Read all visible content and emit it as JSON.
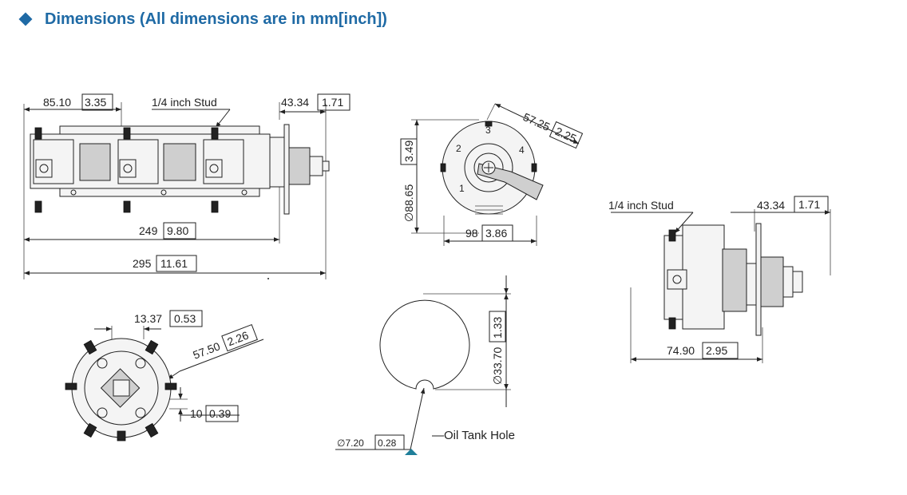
{
  "header": {
    "title": "Dimensions (All dimensions are in mm[inch])",
    "bullet_icon": "diamond-icon",
    "color": "#1f6aa5"
  },
  "front_view": {
    "dim_top_left": {
      "mm": "85.10",
      "inch": "3.35"
    },
    "stud_label": "1/4 inch Stud",
    "dim_top_right": {
      "mm": "43.34",
      "inch": "1.71"
    },
    "dim_body": {
      "mm": "249",
      "inch": "9.80"
    },
    "dim_total": {
      "mm": "295",
      "inch": "11.61"
    }
  },
  "knob_view": {
    "dim_diag": {
      "mm": "57.25",
      "inch": "2.25"
    },
    "dim_height": {
      "mm": "∅88.65",
      "inch": "3.49"
    },
    "dim_width": {
      "mm": "98",
      "inch": "3.86"
    },
    "positions": [
      "1",
      "2",
      "3",
      "4"
    ]
  },
  "side_view": {
    "stud_label": "1/4 inch Stud",
    "dim_top": {
      "mm": "43.34",
      "inch": "1.71"
    },
    "dim_bottom": {
      "mm": "74.90",
      "inch": "2.95"
    }
  },
  "end_view": {
    "dim_top": {
      "mm": "13.37",
      "inch": "0.53"
    },
    "dim_diag": {
      "mm": "57.50",
      "inch": "2.26"
    },
    "dim_right": {
      "mm": "10",
      "inch": "0.39"
    }
  },
  "hole_view": {
    "dim_diameter": {
      "mm": "∅33.70",
      "inch": "1.33"
    },
    "dim_notch": {
      "mm": "∅7.20",
      "inch": "0.28"
    },
    "oil_tank_label": "—Oil Tank Hole"
  }
}
